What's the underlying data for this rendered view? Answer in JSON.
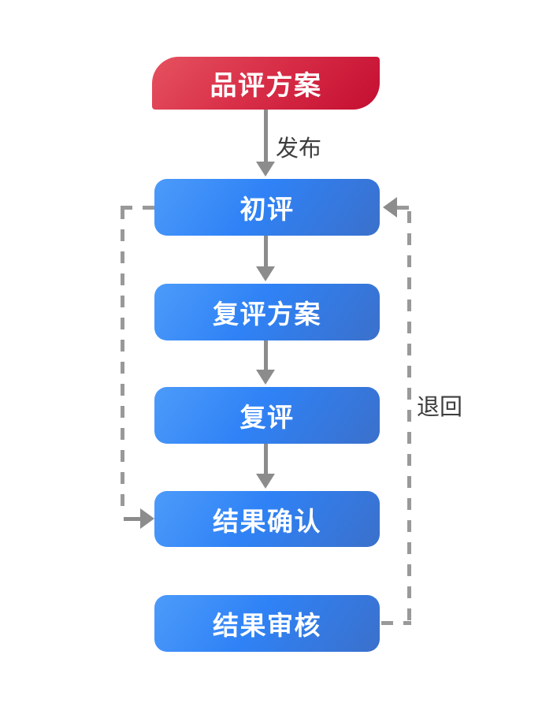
{
  "flow": {
    "nodes": [
      {
        "id": "evaluation-plan",
        "label": "品评方案",
        "type": "start"
      },
      {
        "id": "initial-evaluation",
        "label": "初评",
        "type": "step"
      },
      {
        "id": "re-evaluation-plan",
        "label": "复评方案",
        "type": "step"
      },
      {
        "id": "re-evaluation",
        "label": "复评",
        "type": "step"
      },
      {
        "id": "result-confirmation",
        "label": "结果确认",
        "type": "step"
      },
      {
        "id": "result-review",
        "label": "结果审核",
        "type": "step"
      }
    ],
    "edges": [
      {
        "from": "品评方案",
        "to": "初评",
        "label": "发布",
        "style": "solid-arrow"
      },
      {
        "from": "初评",
        "to": "复评方案",
        "label": "",
        "style": "solid-arrow"
      },
      {
        "from": "复评方案",
        "to": "复评",
        "label": "",
        "style": "solid-arrow"
      },
      {
        "from": "复评",
        "to": "结果确认",
        "label": "",
        "style": "solid-arrow"
      },
      {
        "from": "初评",
        "to": "结果确认",
        "label": "",
        "style": "dashed-arrow-left-side"
      },
      {
        "from": "结果审核",
        "to": "初评",
        "label": "退回",
        "style": "dashed-arrow-right-side"
      }
    ],
    "colors": {
      "start_gradient_from": "#E5525F",
      "start_gradient_to": "#C40E31",
      "step_gradient_from": "#4C9BFA",
      "step_gradient_to": "#3B70CB",
      "arrow": "#8C8C8C",
      "dash": "#999999",
      "edge_label_text": "#3D3D3D",
      "node_text": "#FFFFFF",
      "background": "#FFFFFF"
    }
  }
}
